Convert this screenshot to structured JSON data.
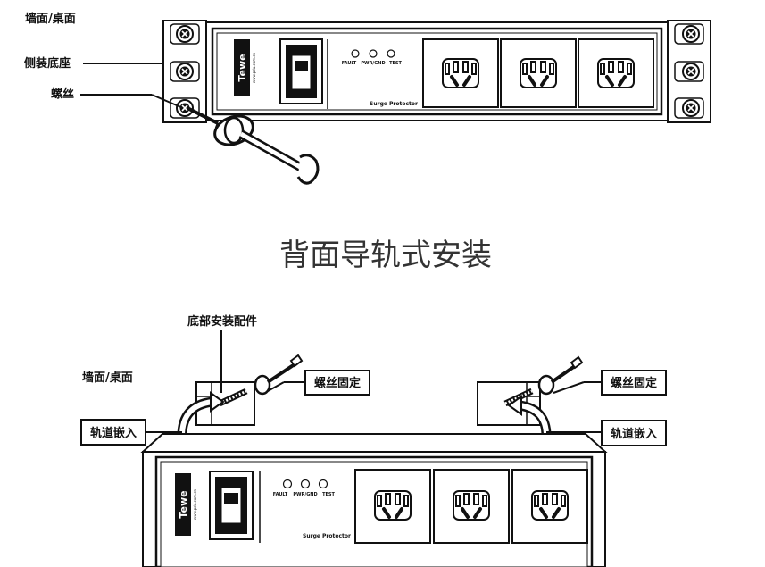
{
  "top": {
    "labels": {
      "wall": "墙面/桌面",
      "side_base": "侧装底座",
      "screw": "螺丝"
    },
    "strip": {
      "logo": "Tewe",
      "website": "www.pdu.com.cn",
      "leds": [
        "FAULT",
        "PWR/GND",
        "TEST"
      ],
      "surge": "Surge Protector",
      "outlet_count": 3
    }
  },
  "title": "背面导轨式安装",
  "bottom": {
    "labels": {
      "bracket": "底部安装配件",
      "wall": "墙面/桌面",
      "screw_fix_left": "螺丝固定",
      "screw_fix_right": "螺丝固定",
      "rail_left": "轨道嵌入",
      "rail_right": "轨道嵌入"
    },
    "strip": {
      "logo": "Tewe",
      "website": "www.pdu.com.cn",
      "leds": [
        "FAULT",
        "PWR/GND",
        "TEST"
      ],
      "surge": "Surge Protector",
      "outlet_count": 3
    }
  }
}
